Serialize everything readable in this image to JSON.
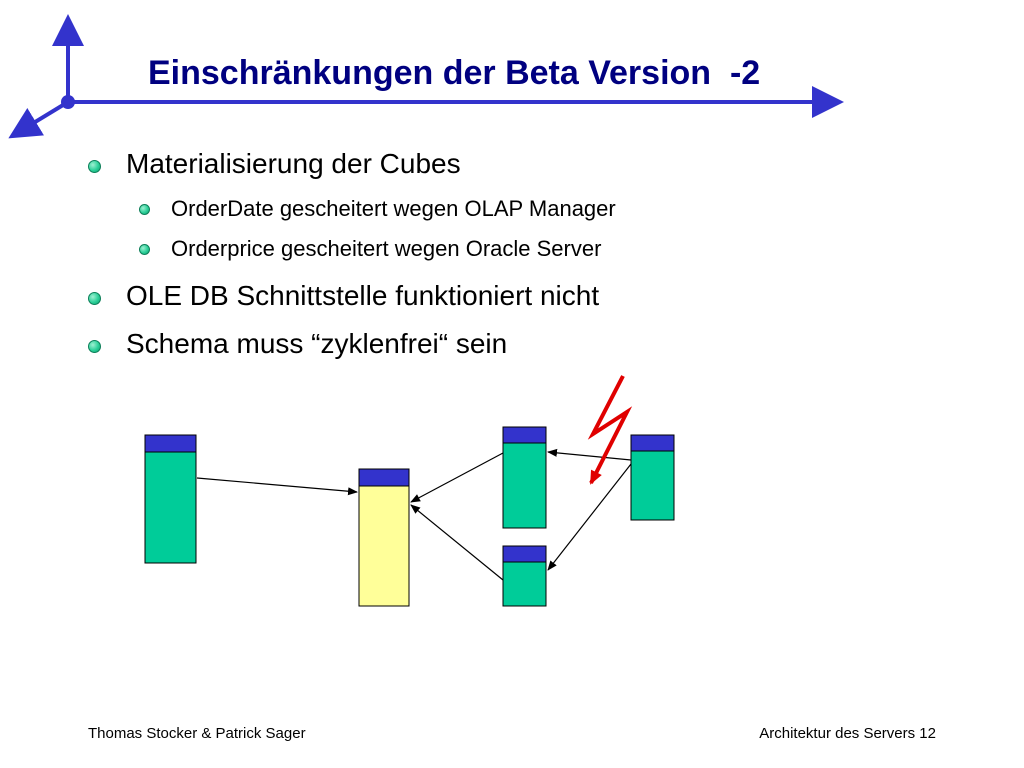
{
  "slide": {
    "title": "Einschränkungen der Beta Version  -2",
    "bullets": [
      {
        "text": "Materialisierung der Cubes",
        "level": 1
      },
      {
        "text": "OrderDate gescheitert wegen OLAP Manager",
        "level": 2
      },
      {
        "text": "Orderprice gescheitert wegen Oracle Server",
        "level": 2
      },
      {
        "text": "OLE DB Schnittstelle funktioniert nicht",
        "level": 1
      },
      {
        "text": "Schema muss “zyklenfrei“ sein",
        "level": 1
      }
    ],
    "footer": {
      "left": "Thomas Stocker & Patrick Sager",
      "right": "Architektur des Servers 12"
    }
  },
  "colors": {
    "title": "#000080",
    "axis": "#3333cc",
    "table_header": "#3333cc",
    "table_fact": "#00cc99",
    "table_center": "#ffff99",
    "lightning": "#e00000",
    "bullet": "#2bcf98"
  },
  "diagram": {
    "tables": [
      {
        "id": "table-a",
        "body_color": "#00cc99"
      },
      {
        "id": "table-center",
        "body_color": "#ffff99"
      },
      {
        "id": "table-b",
        "body_color": "#00cc99"
      },
      {
        "id": "table-c",
        "body_color": "#00cc99"
      },
      {
        "id": "table-d",
        "body_color": "#00cc99"
      }
    ],
    "links": [
      {
        "from": "table-a",
        "to": "table-center"
      },
      {
        "from": "table-b",
        "to": "table-center"
      },
      {
        "from": "table-c",
        "to": "table-center"
      },
      {
        "from": "table-d",
        "to": "table-b"
      },
      {
        "from": "table-d",
        "to": "table-c"
      }
    ],
    "icons": [
      "lightning-icon"
    ]
  }
}
